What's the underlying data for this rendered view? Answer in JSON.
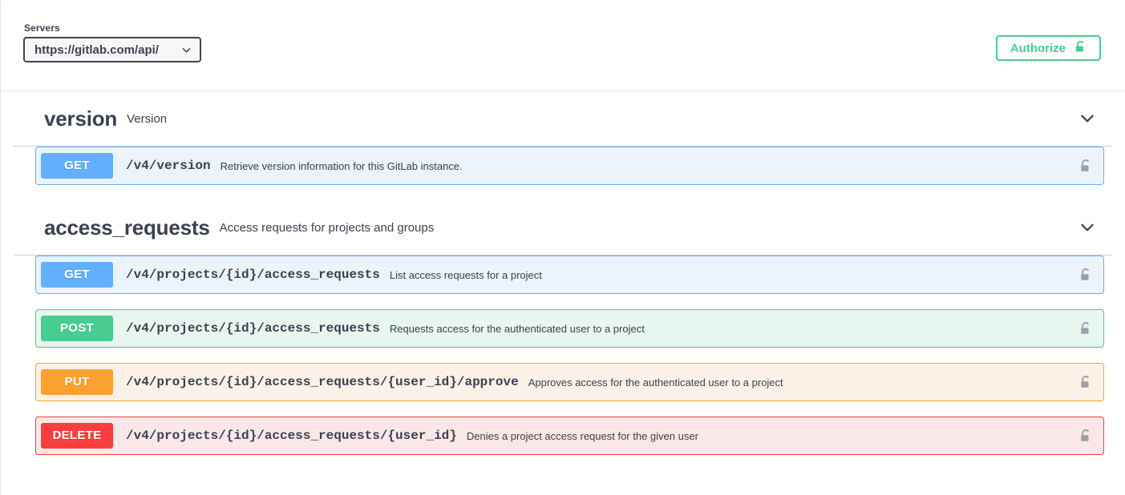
{
  "topbar": {
    "servers_label": "Servers",
    "server_selected": "https://gitlab.com/api/",
    "server_options": [
      "https://gitlab.com/api/"
    ],
    "authorize_label": "Authorize",
    "authorize_icon": "lock-unlocked-icon",
    "authorize_color": "#49cc90"
  },
  "sections": [
    {
      "tag": "version",
      "description": "Version",
      "toggle_icon": "chevron-down-icon",
      "operations": [
        {
          "method": "GET",
          "path": "/v4/version",
          "description": "Retrieve version information for this GitLab instance.",
          "auth_icon": "lock-unlocked-icon",
          "method_color": "#61affe",
          "row_color": "#ebf3fb"
        }
      ]
    },
    {
      "tag": "access_requests",
      "description": "Access requests for projects and groups",
      "toggle_icon": "chevron-down-icon",
      "operations": [
        {
          "method": "GET",
          "path": "/v4/projects/{id}/access_requests",
          "description": "List access requests for a project",
          "auth_icon": "lock-unlocked-icon",
          "method_color": "#61affe",
          "row_color": "#ebf3fb"
        },
        {
          "method": "POST",
          "path": "/v4/projects/{id}/access_requests",
          "description": "Requests access for the authenticated user to a project",
          "auth_icon": "lock-unlocked-icon",
          "method_color": "#49cc90",
          "row_color": "#e8f6f0"
        },
        {
          "method": "PUT",
          "path": "/v4/projects/{id}/access_requests/{user_id}/approve",
          "description": "Approves access for the authenticated user to a project",
          "auth_icon": "lock-unlocked-icon",
          "method_color": "#fca130",
          "row_color": "#fbf1e6"
        },
        {
          "method": "DELETE",
          "path": "/v4/projects/{id}/access_requests/{user_id}",
          "description": "Denies a project access request for the given user",
          "auth_icon": "lock-unlocked-icon",
          "method_color": "#f93e3e",
          "row_color": "#fae7e7"
        }
      ]
    }
  ]
}
